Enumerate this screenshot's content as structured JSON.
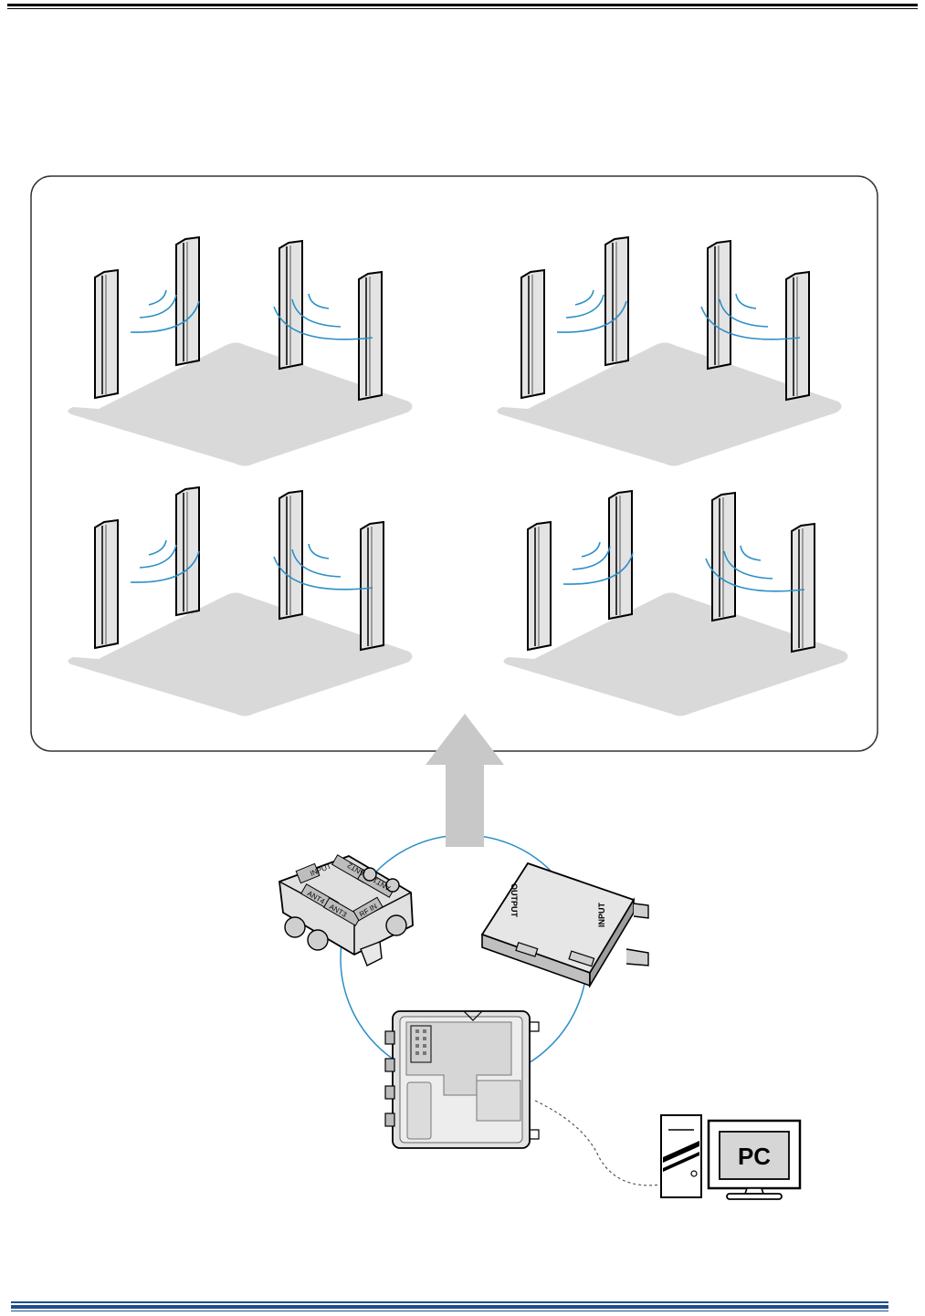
{
  "diagram": {
    "hub_label": "RF IN",
    "hub_ports": [
      "ANT1",
      "ANT2",
      "ANT3",
      "ANT4"
    ],
    "hub_input_label": "INPUT",
    "amp_output_label": "OUTPUT",
    "amp_input_label": "INPUT",
    "pc_label": "PC"
  },
  "colors": {
    "link": "#2a8fc7",
    "floor": "#d9d9d9",
    "arrow": "#c8c8c8",
    "antenna": "#e2e2e2",
    "wave": "#2a8fc7"
  }
}
